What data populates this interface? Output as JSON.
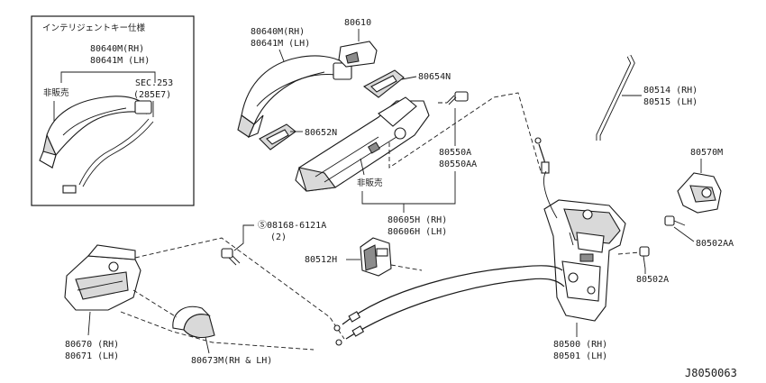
{
  "inset": {
    "title": "インテリジェントキー仕様",
    "handle_label": [
      "80640M(RH)",
      "80641M (LH)"
    ],
    "not_sold": "非販売",
    "sec_ref": [
      "SEC.253",
      "(285E7)"
    ]
  },
  "labels": {
    "handle_main": [
      "80640M(RH)",
      "80641M (LH)"
    ],
    "cap": "80610",
    "gasket_top": "80654N",
    "gasket_bottom": "80652N",
    "bracket_not_sold": "非販売",
    "screw_mid": [
      "80550A",
      "80550AA"
    ],
    "bracket_assy": [
      "80605H (RH)",
      "80606H (LH)"
    ],
    "rod": [
      "80514 (RH)",
      "80515 (LH)"
    ],
    "striker": "80570M",
    "screw_striker": "80502AA",
    "screw_lock": "80502A",
    "bolt": [
      "Ⓢ08168-6121A",
      "(2)"
    ],
    "clip": "80512H",
    "inner_handle": [
      "80670 (RH)",
      "80671 (LH)"
    ],
    "escutcheon": "80673M(RH & LH)",
    "lock_assy": [
      "80500 (RH)",
      "80501 (LH)"
    ]
  },
  "diagram_ref": "J8050063"
}
